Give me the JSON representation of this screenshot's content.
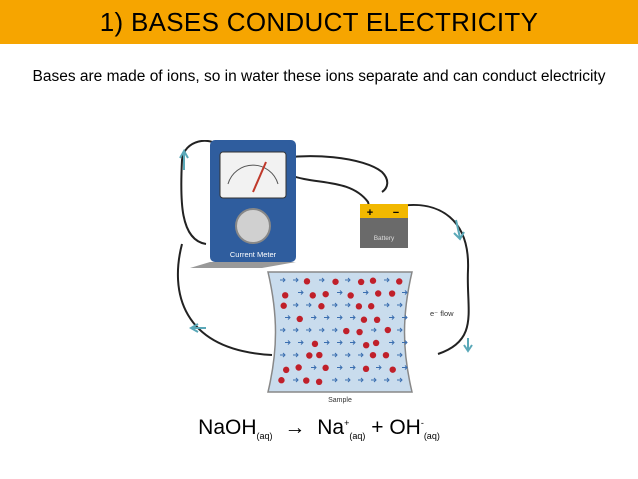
{
  "slide": {
    "title": "1) BASES CONDUCT ELECTRICITY",
    "intro": "Bases are made of ions, so in water these ions separate and can conduct electricity",
    "title_bg": "#f6a500"
  },
  "diagram": {
    "meter_label": "Current Meter",
    "battery_label": "Battery",
    "battery_plus": "+",
    "battery_minus": "−",
    "flow_label": "e⁻ flow",
    "sample_label": "Sample"
  },
  "equation": {
    "reactant": "NaOH",
    "reactant_state": "(aq)",
    "arrow": "→",
    "product1": "Na",
    "product1_charge": "+",
    "product1_state": "(aq)",
    "plus": "+",
    "product2": "OH",
    "product2_charge": "-",
    "product2_state": "(aq)"
  }
}
